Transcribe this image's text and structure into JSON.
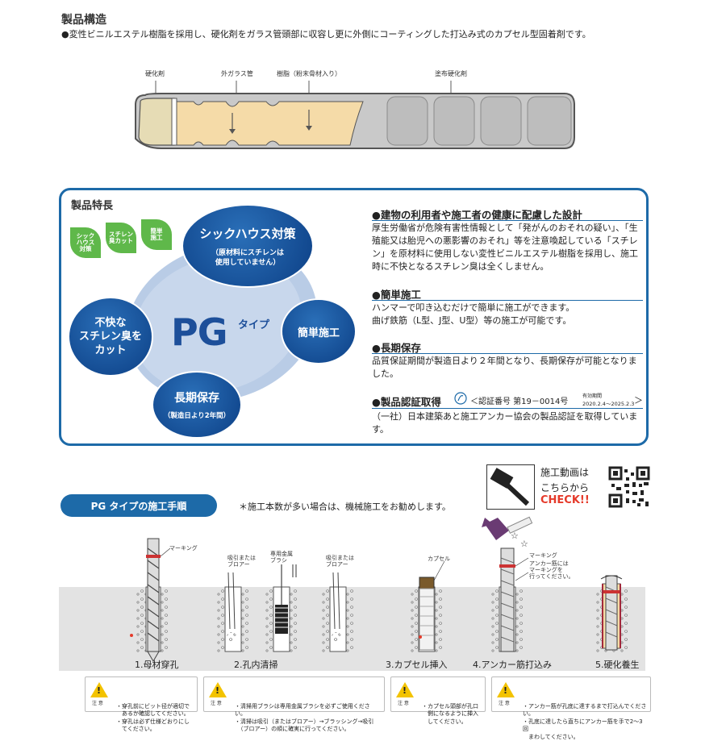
{
  "structure": {
    "title": "製品構造",
    "desc": "●変性ビニルエステル樹脂を採用し、硬化剤をガラス管頭部に収容し更に外側にコーティングした打込み式のカプセル型固着剤です。",
    "labels": [
      "硬化剤",
      "外ガラス管",
      "樹脂（粉末骨材入り）",
      "塗布硬化剤"
    ],
    "colors": {
      "resin": "#f5dba8",
      "hardener": "#e6dcb5",
      "coating": "#c4c4c4"
    }
  },
  "features": {
    "title": "製品特長",
    "leaves": [
      "シック\nハウス\n対策",
      "スチレン\n臭カット",
      "簡単\n施工"
    ],
    "bubbles": {
      "sickhouse": {
        "main": "シックハウス対策",
        "sub": "（原材料にスチレンは\n使用していません）"
      },
      "styrene": {
        "main": "不快な\nスチレン臭を\nカット"
      },
      "easy": {
        "main": "簡単施工"
      },
      "storage": {
        "main": "長期保存",
        "sub": "（製造日より2年間）"
      }
    },
    "pg": {
      "big": "PG",
      "small": "タイプ"
    },
    "sections": [
      {
        "head": "●建物の利用者や施工者の健康に配慮した設計",
        "body": "厚生労働省が危険有害性情報として「発がんのおそれの疑い」、「生殖能又は胎児への悪影響のおそれ」等を注意喚起している「スチレン」を原材料に使用しない変性ビニルエステル樹脂を採用し、施工時に不快となるスチレン臭は全くしません。"
      },
      {
        "head": "●簡単施工",
        "body": "ハンマーで叩き込むだけで簡単に施工ができます。\n曲げ鉄筋（L型、J型、U型）等の施工が可能です。"
      },
      {
        "head": "●長期保存",
        "body": "品質保証期間が製造日より２年間となり、長期保存が可能となりました。"
      },
      {
        "head": "●製品認証取得",
        "cert": "＜認証番号 第19－0014号",
        "validity_label": "有効期間",
        "validity": "2020.2.4～2025.2.3",
        "close": "＞",
        "body": "（一社）日本建築あと施工アンカー協会の製品認証を取得しています。"
      }
    ]
  },
  "procedure": {
    "title": "PG タイプの施工手順",
    "note": "＊施工本数が多い場合は、機械施工をお勧めします。",
    "video": {
      "line1": "施工動画は",
      "line2": "こちらから",
      "check": "CHECK!!"
    },
    "steps": [
      "1.母材穿孔",
      "2.孔内清掃",
      "3.カプセル挿入",
      "4.アンカー筋打込み",
      "5.硬化養生"
    ],
    "diagram_labels": {
      "marking1": "マーキング",
      "blower1": "吸引または\nブロアー",
      "brush": "専用金属\nブラシ",
      "blower2": "吸引または\nブロアー",
      "capsule": "カプセル",
      "marking4": "マーキング",
      "anchor_note": "アンカー筋には\nマーキングを\n行ってください。"
    },
    "cautions": [
      {
        "label": "注 意",
        "text": "・穿孔前にビット径が適切で\n　あるか確認してください。\n・穿孔は必ず仕様どおりにし\n　てください。"
      },
      {
        "label": "注 意",
        "text": "・清掃用ブラシは専用金属ブラシを必ずご使用ください。\n・清掃は吸引（またはブロアー）→ブラッシング→吸引\n　（ブロアー）の順に確実に行ってください。"
      },
      {
        "label": "注 意",
        "text": "・カプセル頭部が孔口\n　側になるように挿入\n　してください。"
      },
      {
        "label": "注 意",
        "text": "・アンカー筋が孔底に達するまで打込んでください。\n・孔底に達したら直ちにアンカー筋を手で2～3回\n　まわしてください。"
      }
    ]
  }
}
